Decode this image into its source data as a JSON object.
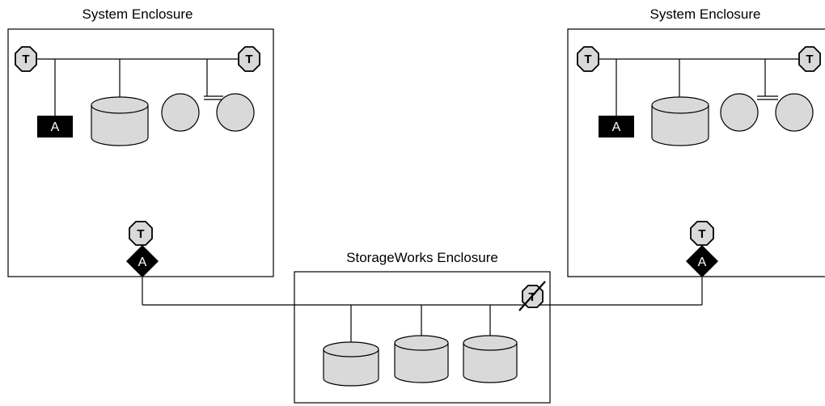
{
  "left_enclosure": {
    "title": "System Enclosure",
    "terminator_left": "T",
    "terminator_right": "T",
    "adapter_internal": "A",
    "terminator_external": "T",
    "adapter_external": "A"
  },
  "right_enclosure": {
    "title": "System Enclosure",
    "terminator_left": "T",
    "terminator_right": "T",
    "adapter_internal": "A",
    "terminator_external": "T",
    "adapter_external": "A"
  },
  "storage_enclosure": {
    "title": "StorageWorks Enclosure",
    "terminator_disabled": "T"
  },
  "colors": {
    "line": "#000000",
    "device_fill": "#d9d9d9",
    "adapter_fill": "#000000",
    "background": "#ffffff"
  },
  "icons": {
    "terminator": "terminator-octagon-icon",
    "disk": "disk-cylinder-icon",
    "tape": "tape-reel-icon",
    "adapter": "adapter-icon"
  }
}
